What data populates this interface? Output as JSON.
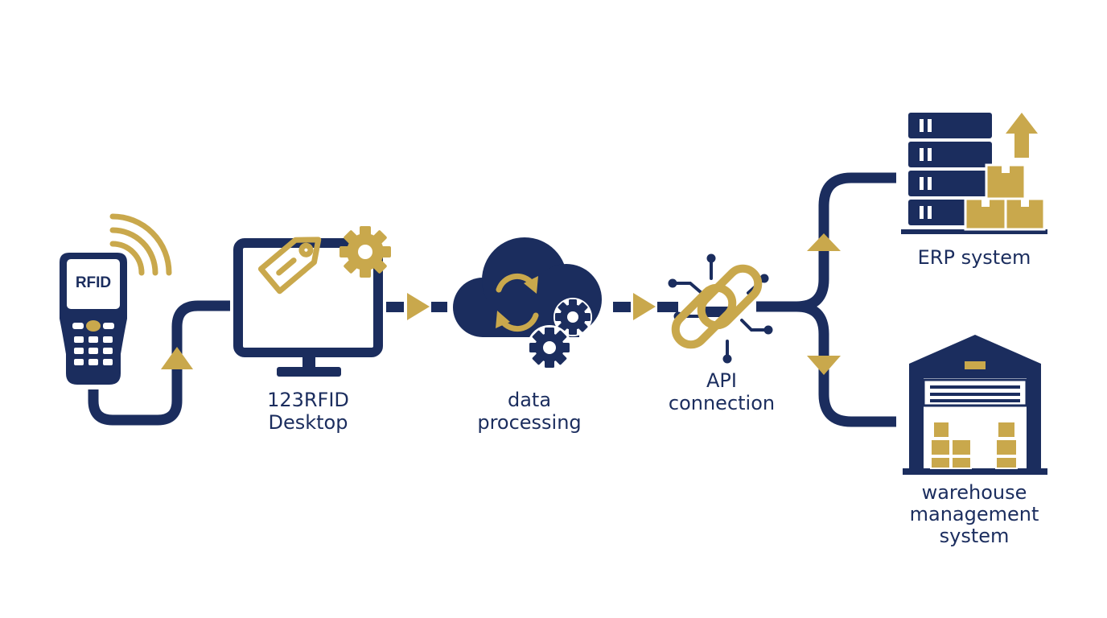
{
  "colors": {
    "navy": "#1b2d5e",
    "gold": "#c9a84c",
    "background": "#ffffff"
  },
  "nodes": {
    "scanner": {
      "icon": "rfid-handheld-scanner-icon",
      "screen_text": "RFID"
    },
    "desktop": {
      "icon": "desktop-monitor-tag-gear-icon",
      "label": "123RFID\nDesktop"
    },
    "processing": {
      "icon": "cloud-sync-gears-icon",
      "label": "data\nprocessing"
    },
    "api": {
      "icon": "chain-link-circuit-icon",
      "label": "API\nconnection"
    },
    "erp": {
      "icon": "server-rack-boxes-arrow-icon",
      "label": "ERP system"
    },
    "wms": {
      "icon": "warehouse-building-icon",
      "label": "warehouse\nmanagement\nsystem"
    }
  }
}
